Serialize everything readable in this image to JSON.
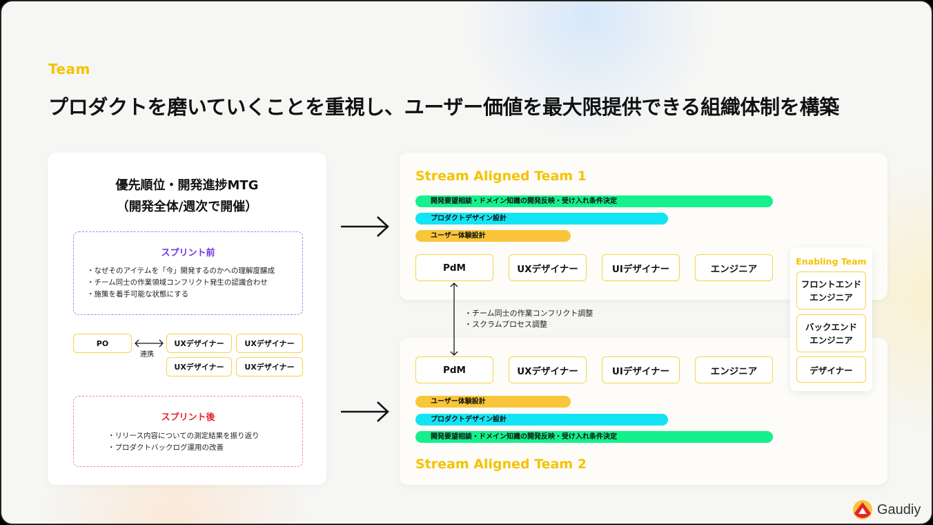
{
  "eyebrow": "Team",
  "headline": "プロダクトを磨いていくことを重視し、ユーザー価値を最大限提供できる組織体制を構築",
  "mtg": {
    "title_line1": "優先順位・開発進捗MTG",
    "title_line2": "（開発全体/週次で開催）",
    "before": {
      "heading": "スプリント前",
      "items": [
        "・なぜそのアイテムを「今」開発するのかへの理解度醸成",
        "・チーム同士の作業領域コンフリクト発生の認識合わせ",
        "・施策を着手可能な状態にする"
      ]
    },
    "po": "PO",
    "link_label": "連携",
    "designers": [
      "UXデザイナー",
      "UXデザイナー",
      "UXデザイナー",
      "UXデザイナー"
    ],
    "after": {
      "heading": "スプリント後",
      "items": [
        "・リリース内容についての測定結果を振り返り",
        "・プロダクトバックログ運用の改善"
      ]
    }
  },
  "team1": {
    "title": "Stream Aligned Team 1",
    "bars": [
      "開発要望相談・ドメイン知識の開発反映・受け入れ条件決定",
      "プロダクトデザイン設計",
      "ユーザー体験設計"
    ],
    "roles": [
      "PdM",
      "UXデザイナー",
      "UIデザイナー",
      "エンジニア"
    ]
  },
  "team2": {
    "title": "Stream Aligned Team 2",
    "bars": [
      "ユーザー体験設計",
      "プロダクトデザイン設計",
      "開発要望相談・ドメイン知識の開発反映・受け入れ条件決定"
    ],
    "roles": [
      "PdM",
      "UXデザイナー",
      "UIデザイナー",
      "エンジニア"
    ]
  },
  "coordination": [
    "・チーム同士の作業コンフリクト調整",
    "・スクラムプロセス調整"
  ],
  "enabling": {
    "title": "Enabling Team",
    "roles": [
      [
        "フロントエンド",
        "エンジニア"
      ],
      [
        "バックエンド",
        "エンジニア"
      ],
      [
        "デザイナー"
      ]
    ]
  },
  "logo": "Gaudiy",
  "colors": {
    "accent": "#f5c200",
    "bar_green": "#14f08c",
    "bar_cyan": "#12e4f4",
    "bar_yellow": "#f9c53a",
    "before_border": "#9b87f5",
    "before_heading": "#6a35e8",
    "after_border": "#f08b8b",
    "after_heading": "#e8222a"
  }
}
